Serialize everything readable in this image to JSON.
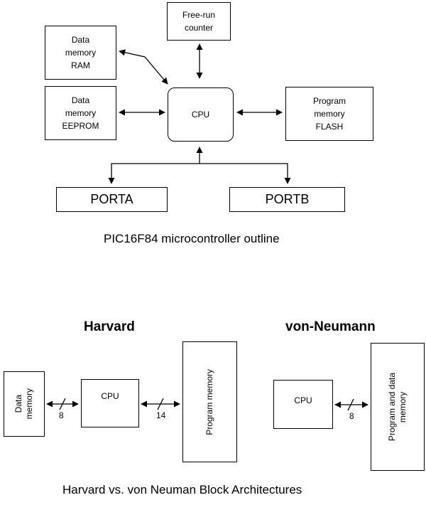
{
  "top": {
    "free_run": "Free-run\ncounter",
    "data_ram": "Data\nmemory\nRAM",
    "data_eeprom": "Data\nmemory\nEEPROM",
    "cpu": "CPU",
    "program_flash": "Program\nmemory\nFLASH",
    "porta": "PORTA",
    "portb": "PORTB",
    "caption": "PIC16F84 microcontroller outline"
  },
  "bottom": {
    "harvard_title": "Harvard",
    "vonneumann_title": "von-Neumann",
    "data_memory": "Data\nmemory",
    "harvard_cpu": "CPU",
    "program_memory": "Program memory",
    "bus_8": "8",
    "bus_14": "14",
    "vn_cpu": "CPU",
    "vn_bus_8": "8",
    "program_data_memory": "Program and data\nmemory",
    "caption": "Harvard vs. von Neuman Block Architectures"
  }
}
